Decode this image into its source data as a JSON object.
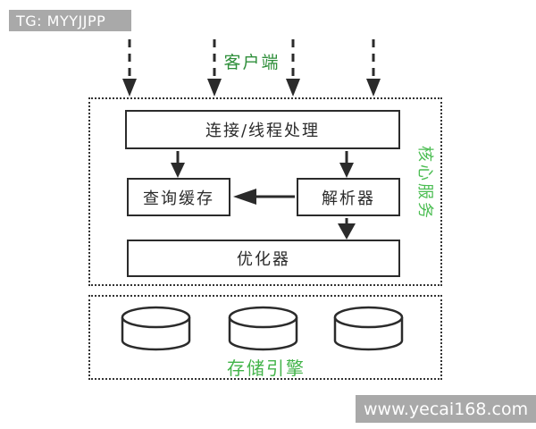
{
  "badges": {
    "top_left": "TG: MYYJJPP",
    "bottom_right": "www.yecai168.com"
  },
  "diagram": {
    "client_label": "客户端",
    "core_section_label": "核心服务",
    "storage_section_label": "存储引擎",
    "boxes": {
      "connection": "连接/线程处理",
      "query_cache": "查询缓存",
      "parser": "解析器",
      "optimizer": "优化器"
    },
    "storage_cylinder_count": 3
  },
  "colors": {
    "line": "#2b2b2b",
    "client_green": "#2f8f3b",
    "core_green": "#4bbd52",
    "storage_green": "#43b44a",
    "badge_bg": "#a9a9a9",
    "badge_text": "#ffffff",
    "background": "#ffffff"
  }
}
